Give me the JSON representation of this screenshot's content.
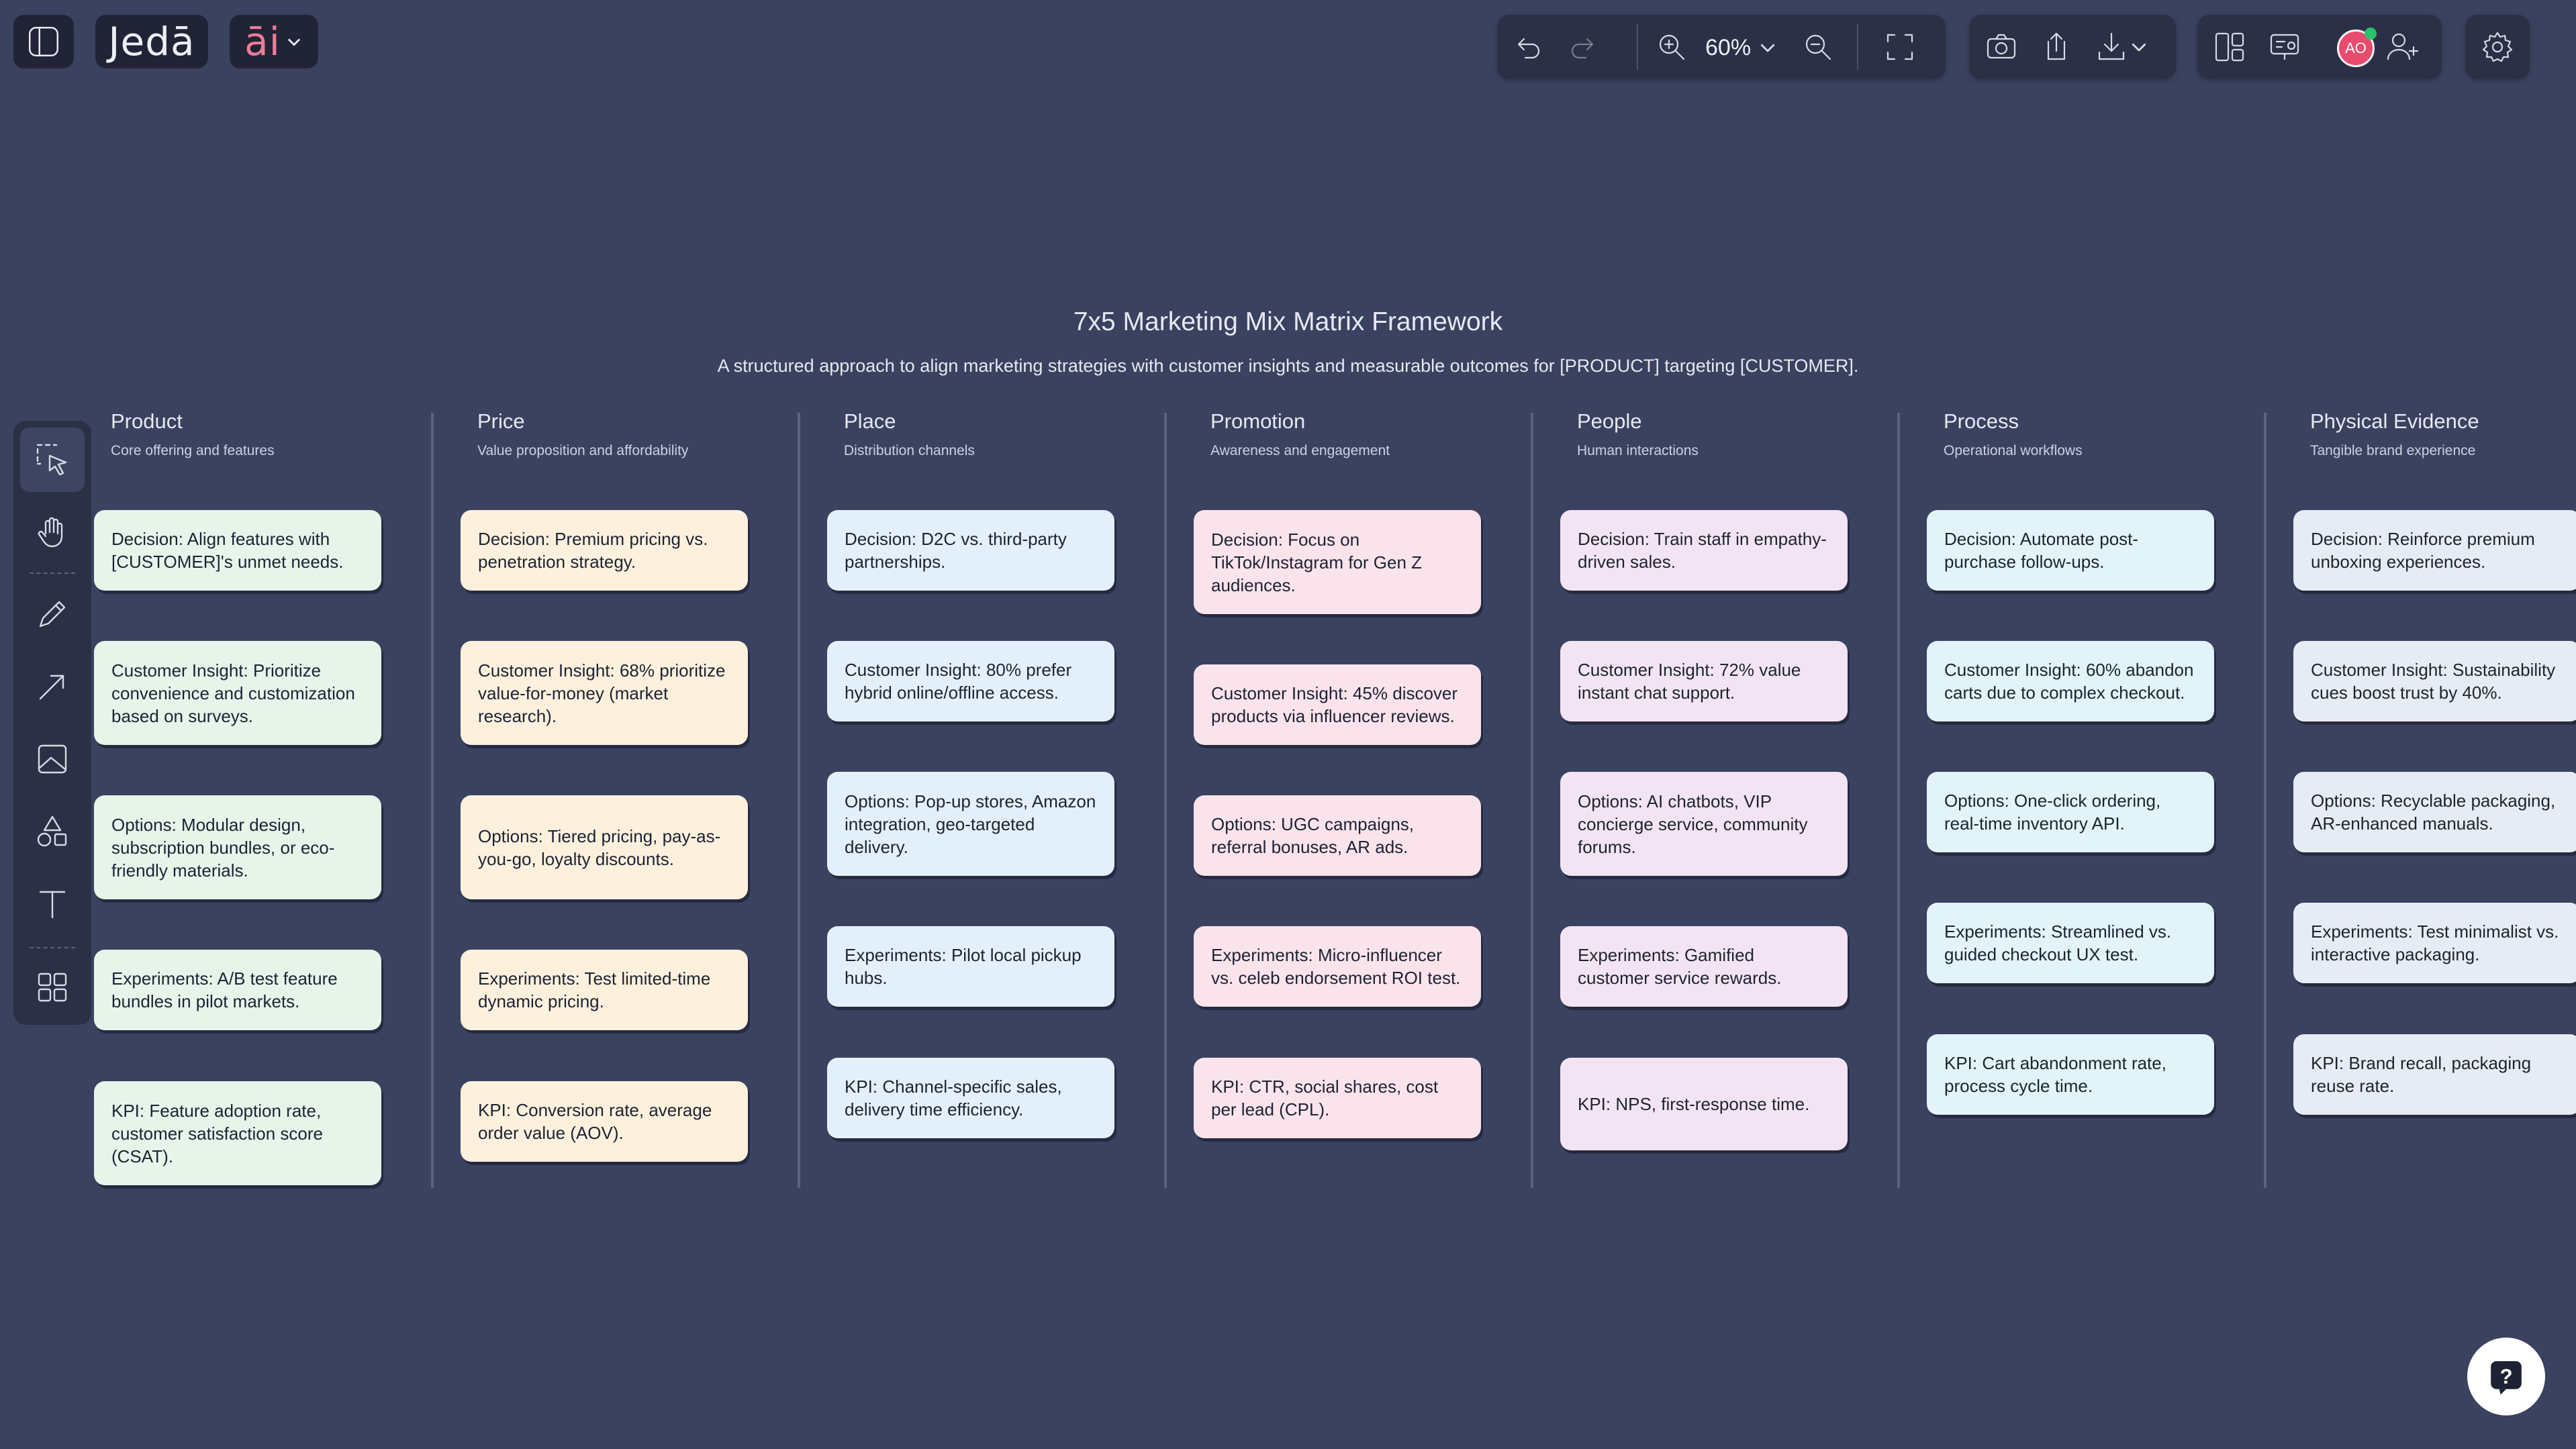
{
  "app": {
    "logo_text": "Jedā",
    "ai_menu_label": "āi",
    "zoom_level": "60%",
    "avatar_initials": "AO"
  },
  "board": {
    "title": "7x5 Marketing Mix Matrix Framework",
    "subtitle": "A structured approach to align marketing strategies with customer insights and measurable outcomes for [PRODUCT] targeting [CUSTOMER].",
    "columns": [
      {
        "name": "Product",
        "desc": "Core offering and features",
        "color": "#e6f4ea",
        "cards": [
          "Decision: Align features with [CUSTOMER]'s unmet needs.",
          "Customer Insight: Prioritize convenience and customization based on surveys.",
          "Options: Modular design, subscription bundles, or eco-friendly materials.",
          "Experiments: A/B test feature bundles in pilot markets.",
          "KPI: Feature adoption rate, customer satisfaction score (CSAT)."
        ]
      },
      {
        "name": "Price",
        "desc": "Value proposition and affordability",
        "color": "#fdf1de",
        "cards": [
          "Decision: Premium pricing vs. penetration strategy.",
          "Customer Insight: 68% prioritize value-for-money (market research).",
          "Options: Tiered pricing, pay-as-you-go, loyalty discounts.",
          "Experiments: Test limited-time dynamic pricing.",
          "KPI: Conversion rate, average order value (AOV)."
        ]
      },
      {
        "name": "Place",
        "desc": "Distribution channels",
        "color": "#e3f0fb",
        "cards": [
          "Decision: D2C vs. third-party partnerships.",
          "Customer Insight: 80% prefer hybrid online/offline access.",
          "Options: Pop-up stores, Amazon integration, geo-targeted delivery.",
          "Experiments: Pilot local pickup hubs.",
          "KPI: Channel-specific sales, delivery time efficiency."
        ]
      },
      {
        "name": "Promotion",
        "desc": "Awareness and engagement",
        "color": "#fbe3ec",
        "cards": [
          "Decision: Focus on TikTok/Instagram for Gen Z audiences.",
          "Customer Insight: 45% discover products via influencer reviews.",
          "Options: UGC campaigns, referral bonuses, AR ads.",
          "Experiments: Micro-influencer vs. celeb endorsement ROI test.",
          "KPI: CTR, social shares, cost per lead (CPL)."
        ]
      },
      {
        "name": "People",
        "desc": "Human interactions",
        "color": "#f3e4f4",
        "cards": [
          "Decision: Train staff in empathy-driven sales.",
          "Customer Insight: 72% value instant chat support.",
          "Options: AI chatbots, VIP concierge service, community forums.",
          "Experiments: Gamified customer service rewards.",
          "KPI: NPS, first-response time."
        ]
      },
      {
        "name": "Process",
        "desc": "Operational workflows",
        "color": "#e2f3f9",
        "cards": [
          "Decision: Automate post-purchase follow-ups.",
          "Customer Insight: 60% abandon carts due to complex checkout.",
          "Options: One-click ordering, real-time inventory API.",
          "Experiments: Streamlined vs. guided checkout UX test.",
          "KPI: Cart abandonment rate, process cycle time."
        ]
      },
      {
        "name": "Physical Evidence",
        "desc": "Tangible brand experience",
        "color": "#e7ebf4",
        "cards": [
          "Decision: Reinforce premium unboxing experiences.",
          "Customer Insight: Sustainability cues boost trust by 40%.",
          "Options: Recyclable packaging, AR-enhanced manuals.",
          "Experiments: Test minimalist vs. interactive packaging.",
          "KPI: Brand recall, packaging reuse rate."
        ]
      }
    ]
  }
}
